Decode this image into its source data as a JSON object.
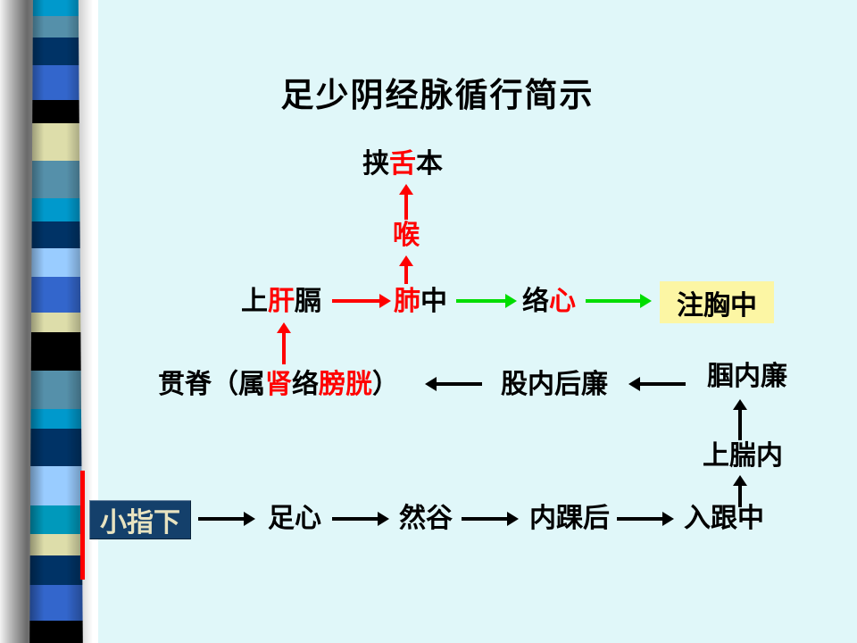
{
  "palette": {
    "background": "#e0f7f9",
    "red": "#ff0000",
    "green": "#00dd00",
    "black": "#000000",
    "highlight_box_bg": "#fcf6a4",
    "start_box_bg": "#14406b",
    "start_box_text": "#e8e3c0",
    "red_line": "#ff0000"
  },
  "title": "足少阴经脉循行简示",
  "diagram": {
    "jia_she_ben": {
      "segs": [
        "挟",
        "舌",
        "本"
      ]
    },
    "hou": "喉",
    "shang_gan_ge": {
      "segs": [
        "上",
        "肝",
        "膈"
      ]
    },
    "fei_zhong": {
      "segs": [
        "肺",
        "中"
      ]
    },
    "luo_xin": {
      "segs": [
        "络",
        "心"
      ]
    },
    "zhu_xiong_zhong": "注胸中",
    "guan_ji": {
      "segs": [
        "贯脊（属",
        "肾",
        "络",
        "膀胱",
        "）"
      ]
    },
    "gu_nei_hou_lian": "股内后廉",
    "guo_nei_lian": "腘内廉",
    "shang_shuan_nei": "上腨内",
    "xiao_zhi_xia": "小指下",
    "zu_xin": "足心",
    "ran_gu": "然谷",
    "nei_huai_hou": "内踝后",
    "ru_gen_zhong": "入跟中"
  },
  "connections": [
    {
      "from": "小指下",
      "to": "足心",
      "direction": "right",
      "color": "black"
    },
    {
      "from": "足心",
      "to": "然谷",
      "direction": "right",
      "color": "black"
    },
    {
      "from": "然谷",
      "to": "内踝后",
      "direction": "right",
      "color": "black"
    },
    {
      "from": "内踝后",
      "to": "入跟中",
      "direction": "right",
      "color": "black"
    },
    {
      "from": "入跟中",
      "to": "上腨内",
      "direction": "up",
      "color": "black"
    },
    {
      "from": "上腨内",
      "to": "腘内廉",
      "direction": "up",
      "color": "black"
    },
    {
      "from": "腘内廉",
      "to": "股内后廉",
      "direction": "left",
      "color": "black"
    },
    {
      "from": "股内后廉",
      "to": "贯脊（属肾络膀胱）",
      "direction": "left",
      "color": "black"
    },
    {
      "from": "肾",
      "to": "上肝膈",
      "direction": "up",
      "color": "red"
    },
    {
      "from": "上肝膈",
      "to": "肺中",
      "direction": "right",
      "color": "red"
    },
    {
      "from": "肺中",
      "to": "喉",
      "direction": "up",
      "color": "red"
    },
    {
      "from": "喉",
      "to": "挟舌本",
      "direction": "up",
      "color": "red"
    },
    {
      "from": "肺中",
      "to": "络心",
      "direction": "right",
      "color": "green"
    },
    {
      "from": "络心",
      "to": "注胸中",
      "direction": "right",
      "color": "green"
    }
  ],
  "ribbon": {
    "segments": [
      {
        "color": "#0099cc",
        "h": 18
      },
      {
        "color": "#5590aa",
        "h": 24
      },
      {
        "color": "#003366",
        "h": 31
      },
      {
        "color": "#3366cc",
        "h": 39
      },
      {
        "color": "#000000",
        "h": 26
      },
      {
        "color": "#ddddaa",
        "h": 42
      },
      {
        "color": "#5590aa",
        "h": 42
      },
      {
        "color": "#0099cc",
        "h": 26
      },
      {
        "color": "#003366",
        "h": 30
      },
      {
        "color": "#99ccff",
        "h": 32
      },
      {
        "color": "#3366cc",
        "h": 40
      },
      {
        "color": "#ddddaa",
        "h": 22
      },
      {
        "color": "#000000",
        "h": 43
      },
      {
        "color": "#5590aa",
        "h": 43
      },
      {
        "color": "#0099cc",
        "h": 22
      },
      {
        "color": "#003366",
        "h": 42
      },
      {
        "color": "#99ccff",
        "h": 44
      },
      {
        "color": "#0099bb",
        "h": 32
      },
      {
        "color": "#ddddaa",
        "h": 24
      },
      {
        "color": "#003366",
        "h": 33
      },
      {
        "color": "#3366cc",
        "h": 40
      },
      {
        "color": "#000000",
        "h": 25
      }
    ]
  }
}
